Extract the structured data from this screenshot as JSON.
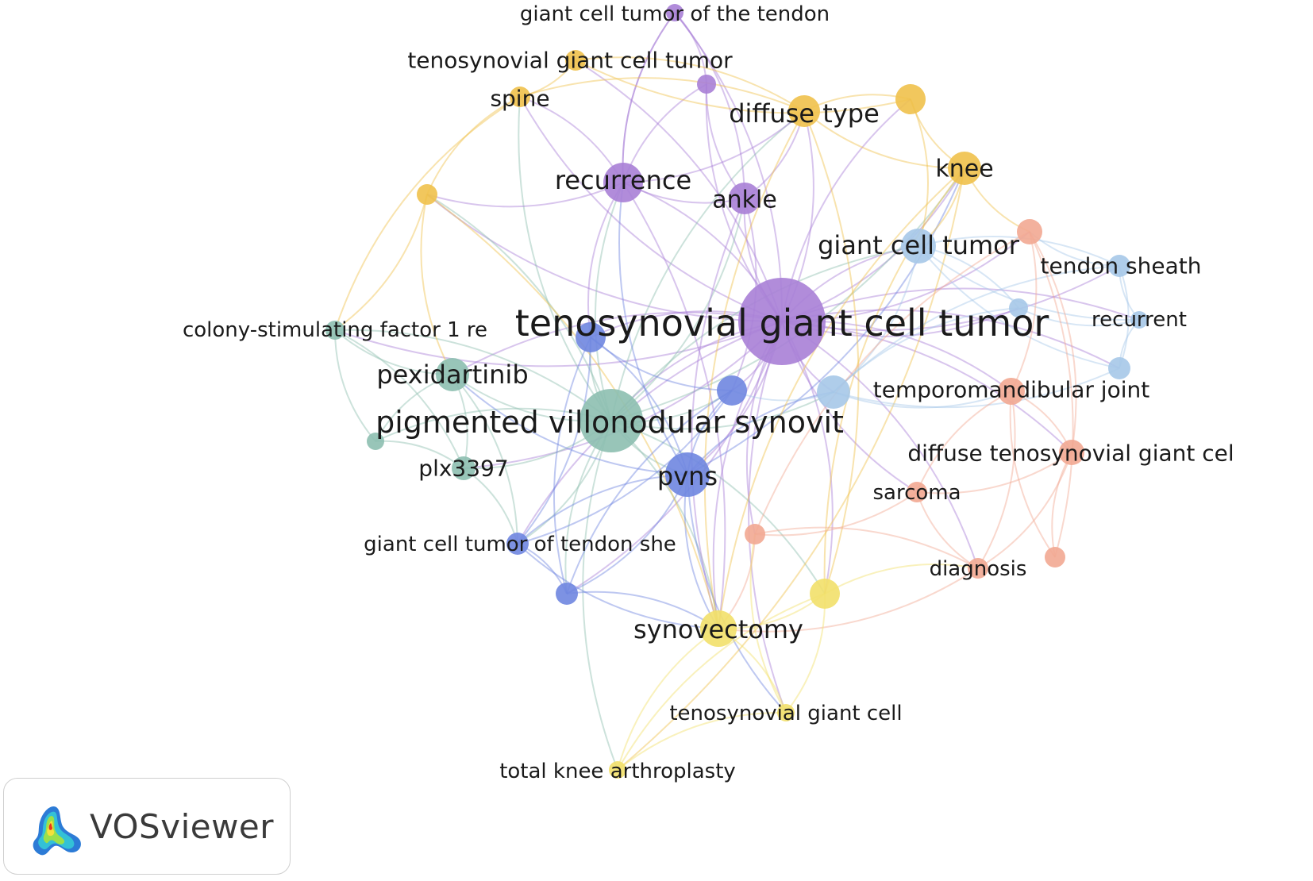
{
  "network": {
    "nodes": [
      {
        "id": "tgct",
        "label": "tenosynovial giant cell tumor",
        "cluster": "purple"
      },
      {
        "id": "pvns_full",
        "label": "pigmented villonodular synovit",
        "cluster": "teal"
      },
      {
        "id": "pvns",
        "label": "pvns",
        "cluster": "blue"
      },
      {
        "id": "recurrence",
        "label": "recurrence",
        "cluster": "purple"
      },
      {
        "id": "ankle",
        "label": "ankle",
        "cluster": "purple"
      },
      {
        "id": "gct_tendon",
        "label": "giant cell tumor of the tendon",
        "cluster": "purple"
      },
      {
        "id": "purple_small",
        "label": "",
        "cluster": "purple"
      },
      {
        "id": "tgct2",
        "label": "tenosynovial giant cell tumor",
        "cluster": "orange"
      },
      {
        "id": "spine",
        "label": "spine",
        "cluster": "orange"
      },
      {
        "id": "orange_left",
        "label": "",
        "cluster": "orange"
      },
      {
        "id": "diffuse_type",
        "label": "diffuse type",
        "cluster": "orange"
      },
      {
        "id": "orange_top",
        "label": "",
        "cluster": "orange"
      },
      {
        "id": "knee",
        "label": "knee",
        "cluster": "orange"
      },
      {
        "id": "gct",
        "label": "giant cell tumor",
        "cluster": "lightblue"
      },
      {
        "id": "tendon_sheath",
        "label": "tendon sheath",
        "cluster": "lightblue"
      },
      {
        "id": "recurrent",
        "label": "recurrent",
        "cluster": "lightblue"
      },
      {
        "id": "lb_mid",
        "label": "",
        "cluster": "lightblue"
      },
      {
        "id": "lb_right",
        "label": "",
        "cluster": "lightblue"
      },
      {
        "id": "lb_main",
        "label": "",
        "cluster": "lightblue"
      },
      {
        "id": "tmj",
        "label": "temporomandibular joint",
        "cluster": "salmon"
      },
      {
        "id": "salmon_top",
        "label": "",
        "cluster": "salmon"
      },
      {
        "id": "diffuse_tgct",
        "label": "diffuse tenosynovial giant cel",
        "cluster": "salmon"
      },
      {
        "id": "sarcoma",
        "label": "sarcoma",
        "cluster": "salmon"
      },
      {
        "id": "diagnosis",
        "label": "diagnosis",
        "cluster": "salmon"
      },
      {
        "id": "salmon_right",
        "label": "",
        "cluster": "salmon"
      },
      {
        "id": "salmon_mid",
        "label": "",
        "cluster": "salmon"
      },
      {
        "id": "csf1r",
        "label": "colony-stimulating factor 1 re",
        "cluster": "teal"
      },
      {
        "id": "pexidartinib",
        "label": "pexidartinib",
        "cluster": "teal"
      },
      {
        "id": "plx3397",
        "label": "plx3397",
        "cluster": "teal"
      },
      {
        "id": "teal_small",
        "label": "",
        "cluster": "teal"
      },
      {
        "id": "blue_a",
        "label": "",
        "cluster": "blue"
      },
      {
        "id": "blue_b",
        "label": "",
        "cluster": "blue"
      },
      {
        "id": "gct_ts",
        "label": "giant cell tumor of tendon she",
        "cluster": "blue"
      },
      {
        "id": "blue_c",
        "label": "",
        "cluster": "blue"
      },
      {
        "id": "synovectomy",
        "label": "synovectomy",
        "cluster": "yellow"
      },
      {
        "id": "yellow_a",
        "label": "",
        "cluster": "yellow"
      },
      {
        "id": "tgc_yellow",
        "label": "tenosynovial giant cell",
        "cluster": "yellow"
      },
      {
        "id": "tka",
        "label": "total knee arthroplasty",
        "cluster": "yellow"
      }
    ],
    "edges": [
      [
        "tgct",
        "pvns_full"
      ],
      [
        "tgct",
        "pvns"
      ],
      [
        "tgct",
        "recurrence"
      ],
      [
        "tgct",
        "ankle"
      ],
      [
        "tgct",
        "gct_tendon"
      ],
      [
        "tgct",
        "purple_small"
      ],
      [
        "tgct",
        "diffuse_type"
      ],
      [
        "tgct",
        "orange_top"
      ],
      [
        "tgct",
        "knee"
      ],
      [
        "tgct",
        "gct"
      ],
      [
        "tgct",
        "tendon_sheath"
      ],
      [
        "tgct",
        "recurrent"
      ],
      [
        "tgct",
        "lb_mid"
      ],
      [
        "tgct",
        "lb_right"
      ],
      [
        "tgct",
        "lb_main"
      ],
      [
        "tgct",
        "tmj"
      ],
      [
        "tgct",
        "salmon_top"
      ],
      [
        "tgct",
        "diffuse_tgct"
      ],
      [
        "tgct",
        "sarcoma"
      ],
      [
        "tgct",
        "diagnosis"
      ],
      [
        "tgct",
        "salmon_mid"
      ],
      [
        "tgct",
        "csf1r"
      ],
      [
        "tgct",
        "pexidartinib"
      ],
      [
        "tgct",
        "plx3397"
      ],
      [
        "tgct",
        "blue_a"
      ],
      [
        "tgct",
        "blue_b"
      ],
      [
        "tgct",
        "gct_ts"
      ],
      [
        "tgct",
        "blue_c"
      ],
      [
        "tgct",
        "synovectomy"
      ],
      [
        "tgct",
        "yellow_a"
      ],
      [
        "tgct",
        "tgc_yellow"
      ],
      [
        "tgct",
        "spine"
      ],
      [
        "tgct",
        "tgct2"
      ],
      [
        "tgct",
        "orange_left"
      ],
      [
        "pvns_full",
        "pvns"
      ],
      [
        "pvns_full",
        "recurrence"
      ],
      [
        "pvns_full",
        "ankle"
      ],
      [
        "pvns_full",
        "pexidartinib"
      ],
      [
        "pvns_full",
        "csf1r"
      ],
      [
        "pvns_full",
        "plx3397"
      ],
      [
        "pvns_full",
        "teal_small"
      ],
      [
        "pvns_full",
        "blue_a"
      ],
      [
        "pvns_full",
        "blue_b"
      ],
      [
        "pvns_full",
        "gct_ts"
      ],
      [
        "pvns_full",
        "blue_c"
      ],
      [
        "pvns_full",
        "synovectomy"
      ],
      [
        "pvns_full",
        "knee"
      ],
      [
        "pvns_full",
        "diffuse_type"
      ],
      [
        "pvns_full",
        "lb_main"
      ],
      [
        "pvns_full",
        "gct"
      ],
      [
        "pvns_full",
        "tka"
      ],
      [
        "pvns_full",
        "spine"
      ],
      [
        "pvns_full",
        "orange_left"
      ],
      [
        "pvns_full",
        "yellow_a"
      ],
      [
        "pvns",
        "blue_a"
      ],
      [
        "pvns",
        "blue_b"
      ],
      [
        "pvns",
        "gct_ts"
      ],
      [
        "pvns",
        "blue_c"
      ],
      [
        "pvns",
        "synovectomy"
      ],
      [
        "pvns",
        "recurrence"
      ],
      [
        "pvns",
        "knee"
      ],
      [
        "pvns",
        "lb_main"
      ],
      [
        "pvns",
        "tgc_yellow"
      ],
      [
        "pvns",
        "pexidartinib"
      ],
      [
        "recurrence",
        "ankle"
      ],
      [
        "recurrence",
        "gct_tendon"
      ],
      [
        "recurrence",
        "spine"
      ],
      [
        "recurrence",
        "orange_left"
      ],
      [
        "recurrence",
        "blue_a"
      ],
      [
        "recurrence",
        "synovectomy"
      ],
      [
        "recurrence",
        "diffuse_type"
      ],
      [
        "recurrence",
        "purple_small"
      ],
      [
        "ankle",
        "gct_tendon"
      ],
      [
        "ankle",
        "purple_small"
      ],
      [
        "ankle",
        "diffuse_type"
      ],
      [
        "ankle",
        "blue_b"
      ],
      [
        "ankle",
        "synovectomy"
      ],
      [
        "gct_tendon",
        "purple_small"
      ],
      [
        "gct_tendon",
        "recurrence"
      ],
      [
        "tgct2",
        "spine"
      ],
      [
        "tgct2",
        "orange_top"
      ],
      [
        "tgct2",
        "diffuse_type"
      ],
      [
        "spine",
        "orange_left"
      ],
      [
        "spine",
        "diffuse_type"
      ],
      [
        "spine",
        "csf1r"
      ],
      [
        "orange_left",
        "csf1r"
      ],
      [
        "orange_left",
        "pexidartinib"
      ],
      [
        "orange_left",
        "synovectomy"
      ],
      [
        "diffuse_type",
        "knee"
      ],
      [
        "diffuse_type",
        "orange_top"
      ],
      [
        "diffuse_type",
        "synovectomy"
      ],
      [
        "diffuse_type",
        "yellow_a"
      ],
      [
        "orange_top",
        "knee"
      ],
      [
        "orange_top",
        "gct"
      ],
      [
        "knee",
        "synovectomy"
      ],
      [
        "knee",
        "gct"
      ],
      [
        "knee",
        "salmon_top"
      ],
      [
        "knee",
        "tka"
      ],
      [
        "knee",
        "yellow_a"
      ],
      [
        "gct",
        "tendon_sheath"
      ],
      [
        "gct",
        "recurrent"
      ],
      [
        "gct",
        "lb_mid"
      ],
      [
        "gct",
        "lb_right"
      ],
      [
        "gct",
        "lb_main"
      ],
      [
        "tendon_sheath",
        "recurrent"
      ],
      [
        "tendon_sheath",
        "lb_right"
      ],
      [
        "tendon_sheath",
        "lb_main"
      ],
      [
        "tendon_sheath",
        "salmon_top"
      ],
      [
        "recurrent",
        "lb_right"
      ],
      [
        "recurrent",
        "lb_mid"
      ],
      [
        "lb_mid",
        "lb_main"
      ],
      [
        "lb_right",
        "lb_main"
      ],
      [
        "lb_main",
        "tmj"
      ],
      [
        "lb_main",
        "blue_b"
      ],
      [
        "tmj",
        "salmon_top"
      ],
      [
        "tmj",
        "diffuse_tgct"
      ],
      [
        "tmj",
        "sarcoma"
      ],
      [
        "tmj",
        "diagnosis"
      ],
      [
        "tmj",
        "salmon_right"
      ],
      [
        "salmon_top",
        "diffuse_tgct"
      ],
      [
        "salmon_top",
        "salmon_mid"
      ],
      [
        "diffuse_tgct",
        "diagnosis"
      ],
      [
        "diffuse_tgct",
        "salmon_right"
      ],
      [
        "diffuse_tgct",
        "sarcoma"
      ],
      [
        "sarcoma",
        "diagnosis"
      ],
      [
        "sarcoma",
        "salmon_mid"
      ],
      [
        "diagnosis",
        "salmon_mid"
      ],
      [
        "diagnosis",
        "synovectomy"
      ],
      [
        "salmon_right",
        "salmon_top"
      ],
      [
        "salmon_mid",
        "synovectomy"
      ],
      [
        "csf1r",
        "pexidartinib"
      ],
      [
        "csf1r",
        "plx3397"
      ],
      [
        "csf1r",
        "teal_small"
      ],
      [
        "pexidartinib",
        "plx3397"
      ],
      [
        "pexidartinib",
        "teal_small"
      ],
      [
        "pexidartinib",
        "gct_ts"
      ],
      [
        "plx3397",
        "teal_small"
      ],
      [
        "plx3397",
        "gct_ts"
      ],
      [
        "blue_a",
        "blue_b"
      ],
      [
        "blue_a",
        "gct_ts"
      ],
      [
        "blue_a",
        "blue_c"
      ],
      [
        "blue_b",
        "gct_ts"
      ],
      [
        "blue_b",
        "blue_c"
      ],
      [
        "gct_ts",
        "blue_c"
      ],
      [
        "gct_ts",
        "synovectomy"
      ],
      [
        "blue_c",
        "synovectomy"
      ],
      [
        "synovectomy",
        "yellow_a"
      ],
      [
        "synovectomy",
        "tgc_yellow"
      ],
      [
        "synovectomy",
        "tka"
      ],
      [
        "yellow_a",
        "tgc_yellow"
      ],
      [
        "yellow_a",
        "tka"
      ],
      [
        "yellow_a",
        "diagnosis"
      ],
      [
        "tgc_yellow",
        "tka"
      ],
      [
        "tgc_yellow",
        "salmon_mid"
      ]
    ]
  },
  "cluster_colors": {
    "purple": "#a97fd6",
    "orange": "#f0c14b",
    "lightblue": "#a6c8e8",
    "salmon": "#f2a992",
    "teal": "#8dbfb0",
    "blue": "#6f86e0",
    "yellow": "#f2e06a"
  },
  "brand": {
    "name": "VOSviewer",
    "logo_icon": "vosviewer-density-icon"
  }
}
